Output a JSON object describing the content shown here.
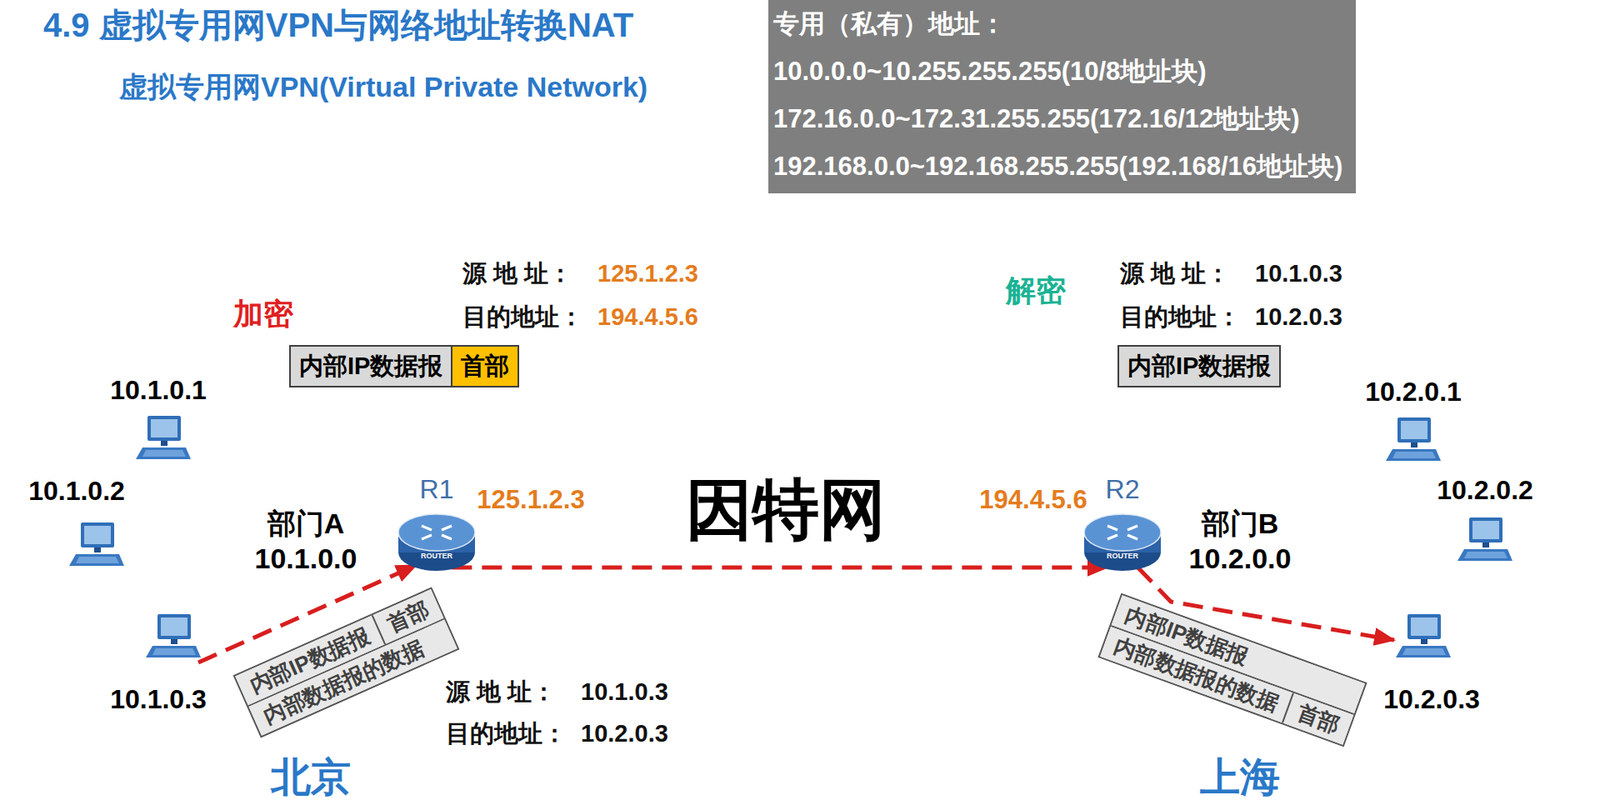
{
  "diagram": {
    "title": "4.9 虚拟专用网VPN与网络地址转换NAT",
    "nodes": [
      {
        "text": [
          "专用（私有）地址：",
          "10.0.0.0~10.255.255.255(10/8地址块)",
          "172.16.0.0~172.31.255.255(172.16/12地址块)",
          "192.168.0.0~192.168.255.255(192.168/16地址块)"
        ]
      },
      {
        "text": [
          "部门A",
          "10.1.0.0"
        ]
      },
      {
        "text": [
          "R1",
          "ROUTER"
        ]
      },
      {
        "text": [
          "因特网"
        ]
      },
      {
        "text": [
          "R2",
          "ROUTER"
        ]
      },
      {
        "text": [
          "部门B",
          "10.2.0.0"
        ]
      },
      {
        "text": [
          "10.1.0.1"
        ]
      },
      {
        "text": [
          "10.1.0.2"
        ]
      },
      {
        "text": [
          "10.1.0.3"
        ]
      },
      {
        "text": [
          "10.2.0.1"
        ]
      },
      {
        "text": [
          "10.2.0.2"
        ]
      },
      {
        "text": [
          "10.2.0.3"
        ]
      },
      {
        "text": [
          "内部IP数据报",
          "首部"
        ]
      },
      {
        "text": [
          "内部IP数据报"
        ]
      },
      {
        "text": [
          "内部IP数据报",
          "首部",
          "内部数据报的数据"
        ]
      },
      {
        "text": [
          "内部IP数据报",
          "内部数据报的数据",
          "首部"
        ]
      }
    ],
    "edges": [
      {
        "from": 6,
        "to": 1,
        "arrow": "none"
      },
      {
        "from": 7,
        "to": 1,
        "arrow": "none"
      },
      {
        "from": 8,
        "to": 1,
        "arrow": "none"
      },
      {
        "from": 5,
        "to": 9,
        "arrow": "none"
      },
      {
        "from": 5,
        "to": 10,
        "arrow": "none"
      },
      {
        "from": 5,
        "to": 11,
        "arrow": "none"
      },
      {
        "from": 2,
        "to": 3,
        "arrow": "none"
      },
      {
        "from": 3,
        "to": 4,
        "arrow": "none"
      },
      {
        "from": 8,
        "to": 2,
        "arrow": "to"
      },
      {
        "from": 2,
        "to": 4,
        "arrow": "to"
      },
      {
        "from": 4,
        "to": 11,
        "arrow": "to"
      }
    ],
    "labels": [
      "虚拟专用网VPN(Virtual Private Network)",
      "加密",
      "源 地 址：",
      "125.1.2.3",
      "目的地址：",
      "194.4.5.6",
      "解密",
      "源 地 址：",
      "10.1.0.3",
      "目的地址：",
      "10.2.0.3",
      "125.1.2.3",
      "194.4.5.6",
      "源 地 址：",
      "10.1.0.3",
      "目的地址：",
      "10.2.0.3",
      "北京",
      "上海"
    ]
  }
}
